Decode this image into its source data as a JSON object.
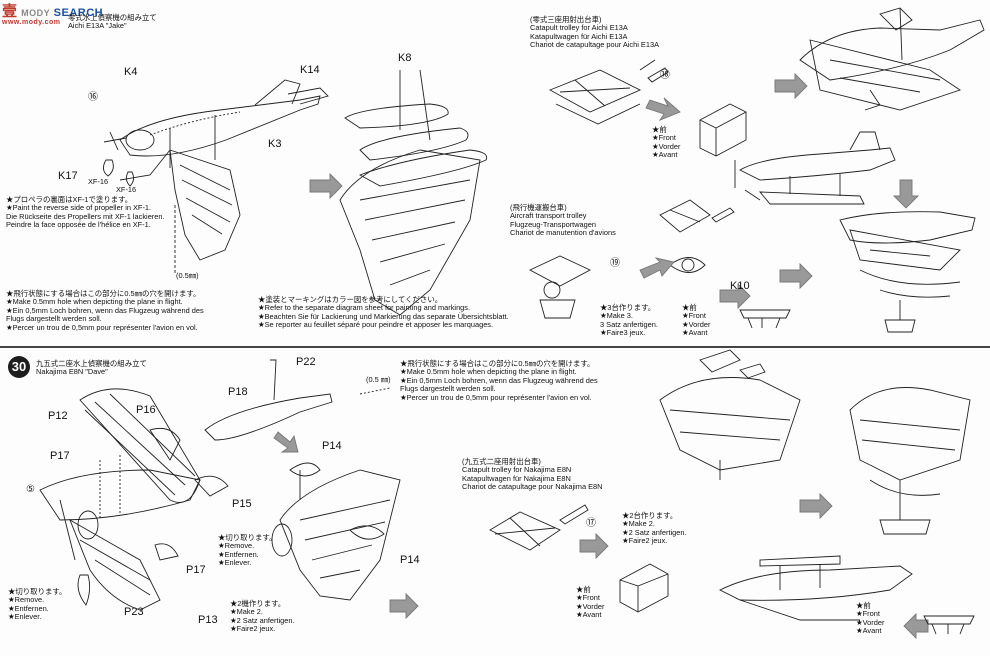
{
  "watermark": {
    "brand": "SEARCH",
    "brand_prefix": "MODY",
    "chars": "壹",
    "url": "www.mody.com"
  },
  "step29": {
    "title_jp": "零式水上偵察機の組み立て",
    "title_en": "Aichi E13A \"Jake\"",
    "labels": {
      "k4": "K4",
      "k14": "K14",
      "k3": "K3",
      "k17": "K17",
      "k8": "K8",
      "k10": "K10",
      "xf16a": "XF-16",
      "xf16b": "XF-16",
      "hole": "(0.5㎜)",
      "mark16": "⑯",
      "mark18": "⑱",
      "mark19": "⑲"
    },
    "propeller_note": [
      "★プロペラの裏面はXF-1で塗ります。",
      "★Paint the reverse side of propeller in XF-1.",
      "Die Rückseite des Propellers mit XF-1 lackieren.",
      "Peindre la face opposée de l'hélice en XF-1."
    ],
    "flight_note": [
      "★飛行状態にする場合はこの部分に0.5㎜の穴を開けます。",
      "★Make 0.5mm hole when depicting the plane in flight.",
      "★Ein 0,5mm Loch bohren, wenn das Flugzeug während des",
      "Flugs dargestellt werden soll.",
      "★Percer un trou de 0,5mm pour représenter l'avion en vol."
    ],
    "paint_note": [
      "★塗装とマーキングはカラー図を参考にしてください。",
      "★Refer to the separate diagram sheet for painting and markings.",
      "★Beachten Sie für Lackierung und Markierung das separate Übersichtsblatt.",
      "★Se reporter au feuillet séparé pour peindre et apposer les marquages."
    ],
    "catapult_note": [
      "(零式三座用射出台車)",
      "Catapult trolley for Aichi E13A",
      "Katapultwagen für Aichi E13A",
      "Chariot de catapultage pour Aichi E13A"
    ],
    "transport_note": [
      "(飛行機運搬台車)",
      "Aircraft transport trolley",
      "Flugzeug-Transportwagen",
      "Chariot de manutention d'avions"
    ],
    "make3_note": [
      "★3台作ります。",
      "★Make 3.",
      "3 Satz anfertigen.",
      "★Faire3 jeux."
    ],
    "front_note_a": [
      "★前",
      "★Front",
      "★Vorder",
      "★Avant"
    ],
    "front_note_b": [
      "★前",
      "★Front",
      "★Vorder",
      "★Avant"
    ]
  },
  "step30": {
    "number": "30",
    "title_jp": "九五式二座水上偵察機の組み立て",
    "title_en": "Nakajima E8N \"Dave\"",
    "labels": {
      "p12": "P12",
      "p16": "P16",
      "p17a": "P17",
      "p17b": "P17",
      "p15": "P15",
      "p18": "P18",
      "p22": "P22",
      "p14a": "P14",
      "p14b": "P14",
      "p23": "P23",
      "p13": "P13",
      "hole": "(0.5 ㎜)",
      "mark5": "⑤",
      "mark17": "⑰"
    },
    "flight_note": [
      "★飛行状態にする場合はこの部分に0.5㎜の穴を開けます。",
      "★Make 0.5mm hole when depicting the plane in flight.",
      "★Ein 0,5mm Loch bohren, wenn das Flugzeug während des",
      "Flugs dargestellt werden soll.",
      "★Percer un trou de 0,5mm pour représenter l'avion en vol."
    ],
    "remove_note_a": [
      "★切り取ります。",
      "★Remove.",
      "★Entfernen.",
      "★Enlever."
    ],
    "remove_note_b": [
      "★切り取ります。",
      "★Remove.",
      "★Entfernen.",
      "★Enlever."
    ],
    "make2_note_a": [
      "★2機作ります。",
      "★Make 2.",
      "★2 Satz anfertigen.",
      "★Faire2 jeux."
    ],
    "make2_note_b": [
      "★2台作ります。",
      "★Make 2.",
      "★2 Satz anfertigen.",
      "★Faire2 jeux."
    ],
    "catapult_note": [
      "(九五式二座用射出台車)",
      "Catapult trolley for Nakajima E8N",
      "Katapultwagen für Nakajima E8N",
      "Chariot de catapultage pour Nakajima E8N"
    ],
    "front_note_a": [
      "★前",
      "★Front",
      "★Vorder",
      "★Avant"
    ],
    "front_note_b": [
      "★前",
      "★Front",
      "★Vorder",
      "★Avant"
    ]
  }
}
